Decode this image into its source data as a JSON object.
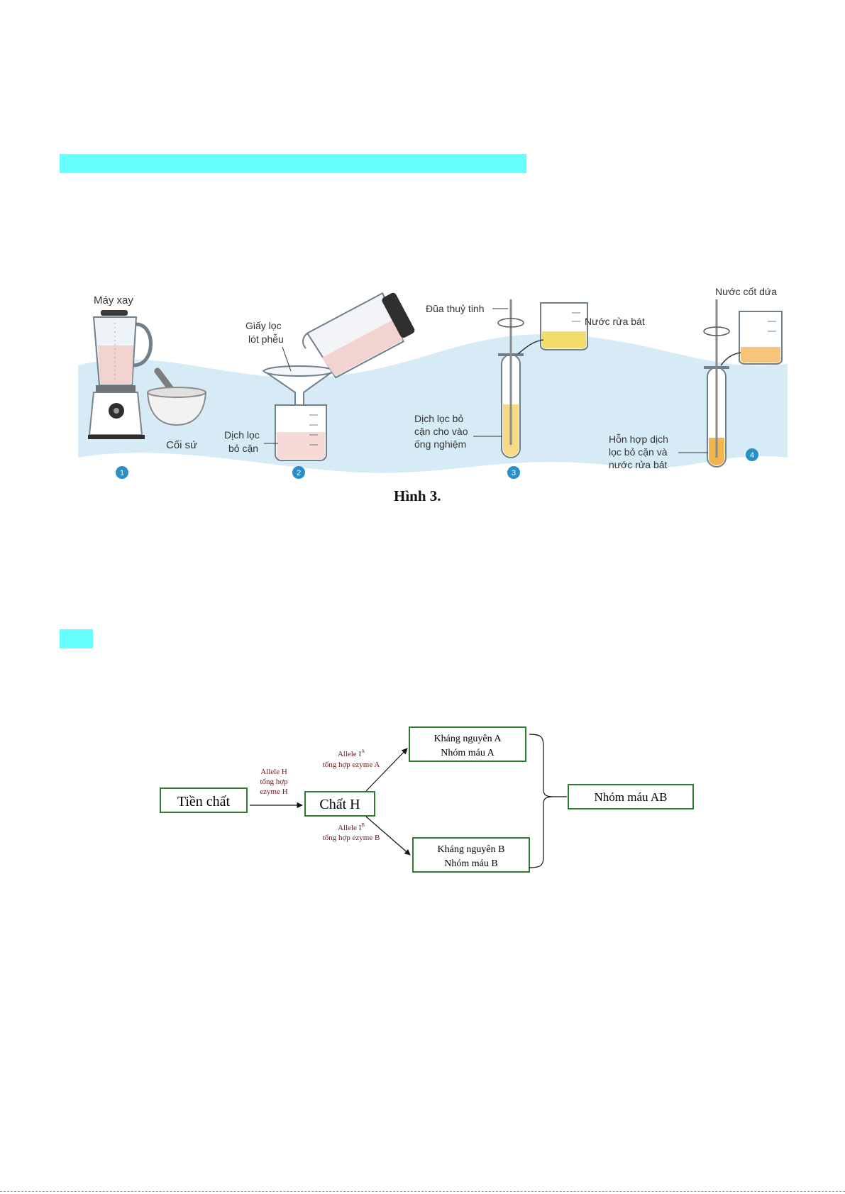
{
  "page": {
    "highlight_color": "#66ffff"
  },
  "figure1": {
    "caption": "Hình 3.",
    "labels": {
      "blender": "Máy xay",
      "mortar": "Cối sứ",
      "filter_paper_1": "Giấy lọc",
      "filter_paper_2": "lót phễu",
      "filtrate_1": "Dịch lọc",
      "filtrate_2": "bỏ cặn",
      "glass_rod": "Đũa thuỷ tinh",
      "dish_soap": "Nước rửa bát",
      "tube_1": "Dịch lọc bỏ",
      "tube_2": "cặn cho vào",
      "tube_3": "ống nghiệm",
      "pineapple": "Nước cốt dứa",
      "mix_1": "Hỗn hợp dịch",
      "mix_2": "lọc bỏ cặn và",
      "mix_3": "nước rửa bát"
    },
    "steps": [
      "1",
      "2",
      "3",
      "4"
    ],
    "colors": {
      "band": "#d7ebf7",
      "step_badge": "#2a8fc7",
      "liquid_yellow": "#f1dd6a",
      "liquid_orange": "#f3b64c",
      "liquid_pink": "#f7d9d6"
    }
  },
  "figure2": {
    "nodes": {
      "precursor": "Tiền chất",
      "substance_h": "Chất H",
      "antigen_a_1": "Kháng nguyên A",
      "antigen_a_2": "Nhóm máu A",
      "antigen_b_1": "Kháng nguyên B",
      "antigen_b_2": "Nhóm máu B",
      "blood_ab": "Nhóm máu AB"
    },
    "edge_labels": {
      "h_1": "Allele H",
      "h_2": "tổng hợp",
      "h_3": "ezyme H",
      "a_1": "Allele I",
      "a_sup": "A",
      "a_2": "tổng hợp ezyme A",
      "b_1": "Allele I",
      "b_sup": "B",
      "b_2": "tổng hợp ezyme B"
    },
    "colors": {
      "box_border": "#2e7d32",
      "edge_label": "#6b1a1a"
    }
  }
}
